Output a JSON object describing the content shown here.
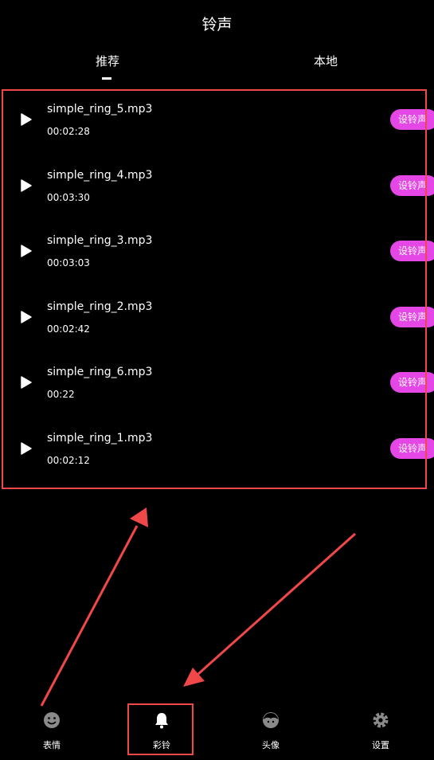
{
  "header": {
    "title": "铃声"
  },
  "tabs": [
    {
      "label": "推荐"
    },
    {
      "label": "本地"
    }
  ],
  "ringtones": [
    {
      "name": "simple_ring_5.mp3",
      "duration": "00:02:28",
      "button": "设铃声"
    },
    {
      "name": "simple_ring_4.mp3",
      "duration": "00:03:30",
      "button": "设铃声"
    },
    {
      "name": "simple_ring_3.mp3",
      "duration": "00:03:03",
      "button": "设铃声"
    },
    {
      "name": "simple_ring_2.mp3",
      "duration": "00:02:42",
      "button": "设铃声"
    },
    {
      "name": "simple_ring_6.mp3",
      "duration": "00:22",
      "button": "设铃声"
    },
    {
      "name": "simple_ring_1.mp3",
      "duration": "00:02:12",
      "button": "设铃声"
    }
  ],
  "bottom_nav": [
    {
      "label": "表情",
      "icon": "smiley-icon"
    },
    {
      "label": "彩铃",
      "icon": "bell-icon"
    },
    {
      "label": "头像",
      "icon": "avatar-icon"
    },
    {
      "label": "设置",
      "icon": "gear-icon"
    }
  ],
  "colors": {
    "background": "#000000",
    "accent": "#e447e6",
    "annotation": "#f04848",
    "nav_icon": "#8a8a8a"
  }
}
